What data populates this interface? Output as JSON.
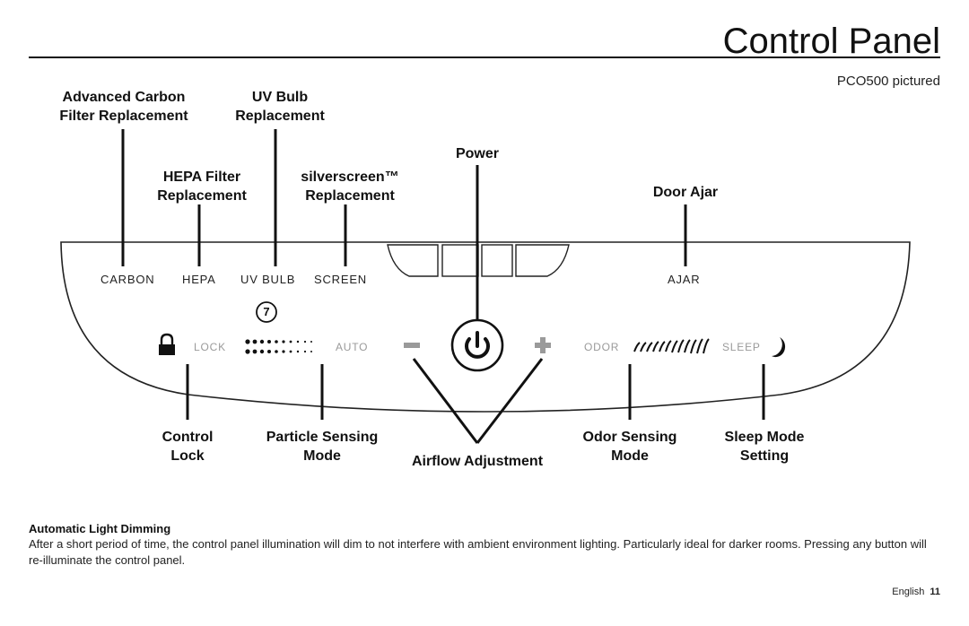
{
  "page": {
    "title": "Control Panel",
    "subtitle": "PCO500 pictured"
  },
  "callouts": {
    "advanced_carbon": "Advanced Carbon\nFilter Replacement",
    "uv_bulb": "UV Bulb\nReplacement",
    "hepa": "HEPA Filter\nReplacement",
    "silverscreen": "silverscreen™\nReplacement",
    "power": "Power",
    "door_ajar": "Door Ajar",
    "control_lock": "Control\nLock",
    "particle_sensing": "Particle Sensing\nMode",
    "airflow": "Airflow Adjustment",
    "odor_sensing": "Odor Sensing\nMode",
    "sleep_mode": "Sleep Mode\nSetting"
  },
  "panel": {
    "carbon": "CARBON",
    "hepa": "HEPA",
    "uv_bulb": "UV BULB",
    "screen": "SCREEN",
    "ajar": "AJAR",
    "lock": "LOCK",
    "auto": "AUTO",
    "odor": "ODOR",
    "sleep": "SLEEP",
    "particle_count": "7",
    "minus": "−",
    "plus": "+"
  },
  "icons": {
    "lock": "padlock-icon",
    "power": "power-icon",
    "sleep": "crescent-moon-icon",
    "particle": "particle-dots-icon",
    "odor": "odor-wave-icon"
  },
  "note": {
    "heading": "Automatic Light Dimming",
    "body": "After a short period of time, the control panel illumination will dim to not interfere with ambient environment lighting.  Particularly ideal for darker rooms. Pressing any button will re-illuminate the control panel."
  },
  "footer": {
    "language": "English",
    "page_number": "11"
  }
}
